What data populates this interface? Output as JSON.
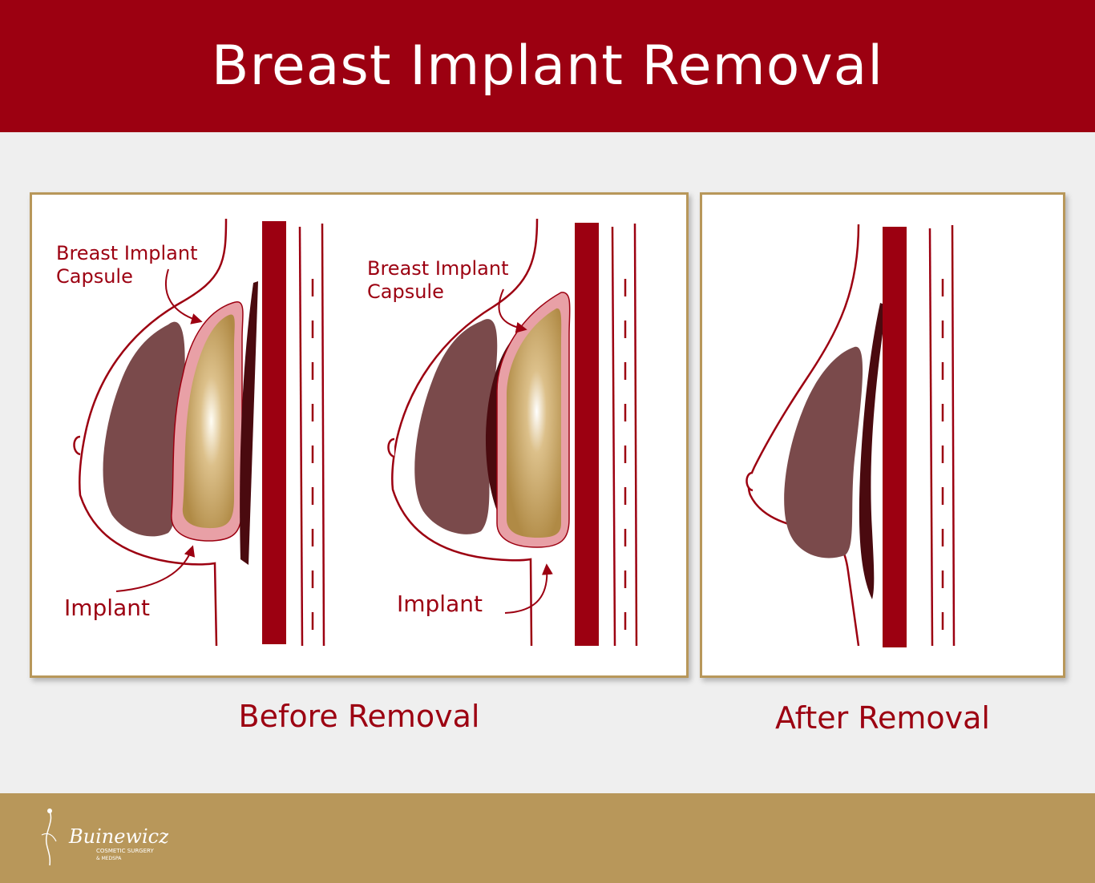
{
  "header": {
    "title": "Breast Implant Removal"
  },
  "before_panel": {
    "diagram_1": {
      "capsule_label": [
        "Breast Implant",
        "Capsule"
      ],
      "implant_label": "Implant"
    },
    "diagram_2": {
      "capsule_label": [
        "Breast Implant",
        "Capsule"
      ],
      "implant_label": "Implant"
    },
    "caption": "Before Removal"
  },
  "after_panel": {
    "caption": "After Removal"
  },
  "footer": {
    "brand": "Buinewicz",
    "tagline_1": "COSMETIC SURGERY",
    "tagline_2": "& MEDSPA"
  },
  "colors": {
    "brand_red": "#9c0011",
    "gold": "#b8975a",
    "tissue": "#7a4a4b",
    "muscle": "#4a0a0f",
    "capsule": "#e8a0a6",
    "implant": "#c49a50"
  }
}
